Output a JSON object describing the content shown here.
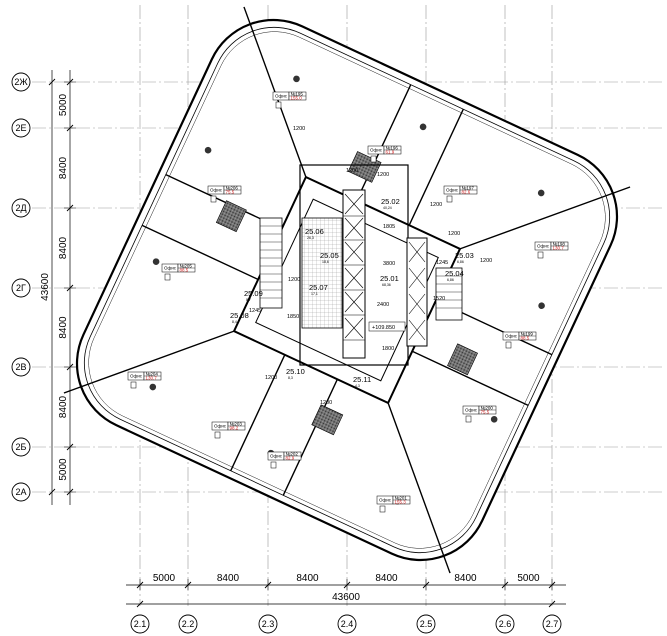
{
  "axes_vertical": [
    {
      "label": "2.1"
    },
    {
      "label": "2.2"
    },
    {
      "label": "2.3"
    },
    {
      "label": "2.4"
    },
    {
      "label": "2.5"
    },
    {
      "label": "2.6"
    },
    {
      "label": "2.7"
    }
  ],
  "axes_horizontal": [
    {
      "label": "2Ж"
    },
    {
      "label": "2Е"
    },
    {
      "label": "2Д"
    },
    {
      "label": "2Г"
    },
    {
      "label": "2В"
    },
    {
      "label": "2Б"
    },
    {
      "label": "2А"
    }
  ],
  "dims_bottom": [
    "5000",
    "8400",
    "8400",
    "8400",
    "8400",
    "5000"
  ],
  "dim_bottom_total": "43600",
  "dims_left": [
    "5000",
    "8400",
    "8400",
    "8400",
    "8400",
    "5000"
  ],
  "dim_left_total": "43600",
  "offices": [
    {
      "label": "Офис",
      "num": "№195",
      "area": "155.0"
    },
    {
      "label": "Офис",
      "num": "№196",
      "area": "61.9"
    },
    {
      "label": "Офис",
      "num": "№197",
      "area": "82.6"
    },
    {
      "label": "Офис",
      "num": "№198",
      "area": "130.7"
    },
    {
      "label": "Офис",
      "num": "№199",
      "area": "88.5"
    },
    {
      "label": "Офис",
      "num": "№200",
      "area": "75.5"
    },
    {
      "label": "Офис",
      "num": "№201",
      "area": "155.3"
    },
    {
      "label": "Офис",
      "num": "№202",
      "area": "82.9"
    },
    {
      "label": "Офис",
      "num": "№203",
      "area": "98.2"
    },
    {
      "label": "Офис",
      "num": "№204",
      "area": "130.7"
    },
    {
      "label": "Офис",
      "num": "№205",
      "area": "88.5"
    },
    {
      "label": "Офис",
      "num": "№206",
      "area": "75.5"
    }
  ],
  "rooms": [
    {
      "num": "25.01",
      "area": "68,36"
    },
    {
      "num": "25.02",
      "area": "40,24"
    },
    {
      "num": "25.03",
      "area": "6,86"
    },
    {
      "num": "25.04",
      "area": "6,86"
    },
    {
      "num": "25.05",
      "area": "18,6"
    },
    {
      "num": "25.06",
      "area": "26,3"
    },
    {
      "num": "25.07",
      "area": "17,1"
    },
    {
      "num": "25.08",
      "area": "8,4"
    },
    {
      "num": "25.09",
      "area": "8,7"
    },
    {
      "num": "25.10",
      "area": "8,3"
    },
    {
      "num": "25.11",
      "area": "4,3"
    }
  ],
  "small_dims": [
    "1200",
    "1200",
    "1200",
    "1200",
    "1200",
    "1200",
    "1200",
    "1200",
    "1805",
    "3800",
    "2400",
    "1520",
    "1245",
    "1800",
    "1850",
    "1245",
    "1200"
  ],
  "elevation_mark": "+109.850"
}
